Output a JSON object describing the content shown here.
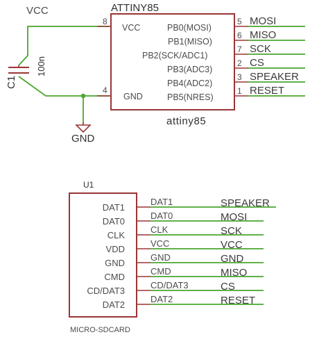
{
  "nets": {
    "vcc": "VCC",
    "gnd": "GND"
  },
  "capacitor": {
    "name": "C1",
    "value": "100n"
  },
  "attiny": {
    "part": "ATTINY85",
    "value": "attiny85",
    "left_pins": [
      {
        "num": "8",
        "label": "VCC"
      },
      {
        "num": "4",
        "label": "GND"
      }
    ],
    "right_pins": [
      {
        "num": "5",
        "label": "PB0(MOSI)",
        "net": "MOSI"
      },
      {
        "num": "6",
        "label": "PB1(MISO)",
        "net": "MISO"
      },
      {
        "num": "7",
        "label": "PB2(SCK/ADC1)",
        "net": "SCK"
      },
      {
        "num": "2",
        "label": "PB3(ADC3)",
        "net": "CS"
      },
      {
        "num": "3",
        "label": "PB4(ADC2)",
        "net": "SPEAKER"
      },
      {
        "num": "1",
        "label": "PB5(NRES)",
        "net": "RESET"
      }
    ]
  },
  "sdcard": {
    "ref": "U1",
    "value": "MICRO-SDCARD",
    "pins": [
      {
        "label": "DAT1",
        "wire": "DAT1",
        "net": "SPEAKER"
      },
      {
        "label": "DAT0",
        "wire": "DAT0",
        "net": "MOSI"
      },
      {
        "label": "CLK",
        "wire": "CLK",
        "net": "SCK"
      },
      {
        "label": "VDD",
        "wire": "VCC",
        "net": "VCC"
      },
      {
        "label": "GND",
        "wire": "GND",
        "net": "GND"
      },
      {
        "label": "CMD",
        "wire": "CMD",
        "net": "MISO"
      },
      {
        "label": "CD/DAT3",
        "wire": "CD/DAT3",
        "net": "CS"
      },
      {
        "label": "DAT2",
        "wire": "DAT2",
        "net": "RESET"
      }
    ]
  }
}
